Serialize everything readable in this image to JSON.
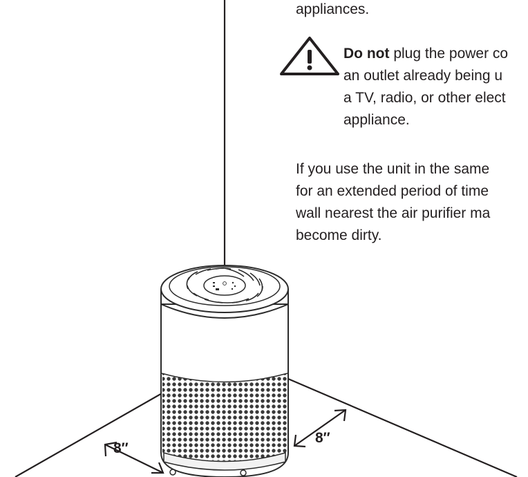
{
  "intro_tail": "appliances.",
  "warning": {
    "icon": "warning-triangle-icon",
    "bold_lead": "Do not",
    "lines": [
      " plug the power co",
      "an outlet already being u",
      "a TV, radio, or other elect",
      "appliance."
    ]
  },
  "note": {
    "lines": [
      "If you use the unit in the same",
      "for an extended period of time",
      "wall nearest the air purifier ma",
      "become dirty."
    ]
  },
  "diagram": {
    "left_clearance": "8″",
    "right_clearance": "8″"
  },
  "colors": {
    "ink": "#231f20",
    "outline": "#2b2b2b"
  }
}
